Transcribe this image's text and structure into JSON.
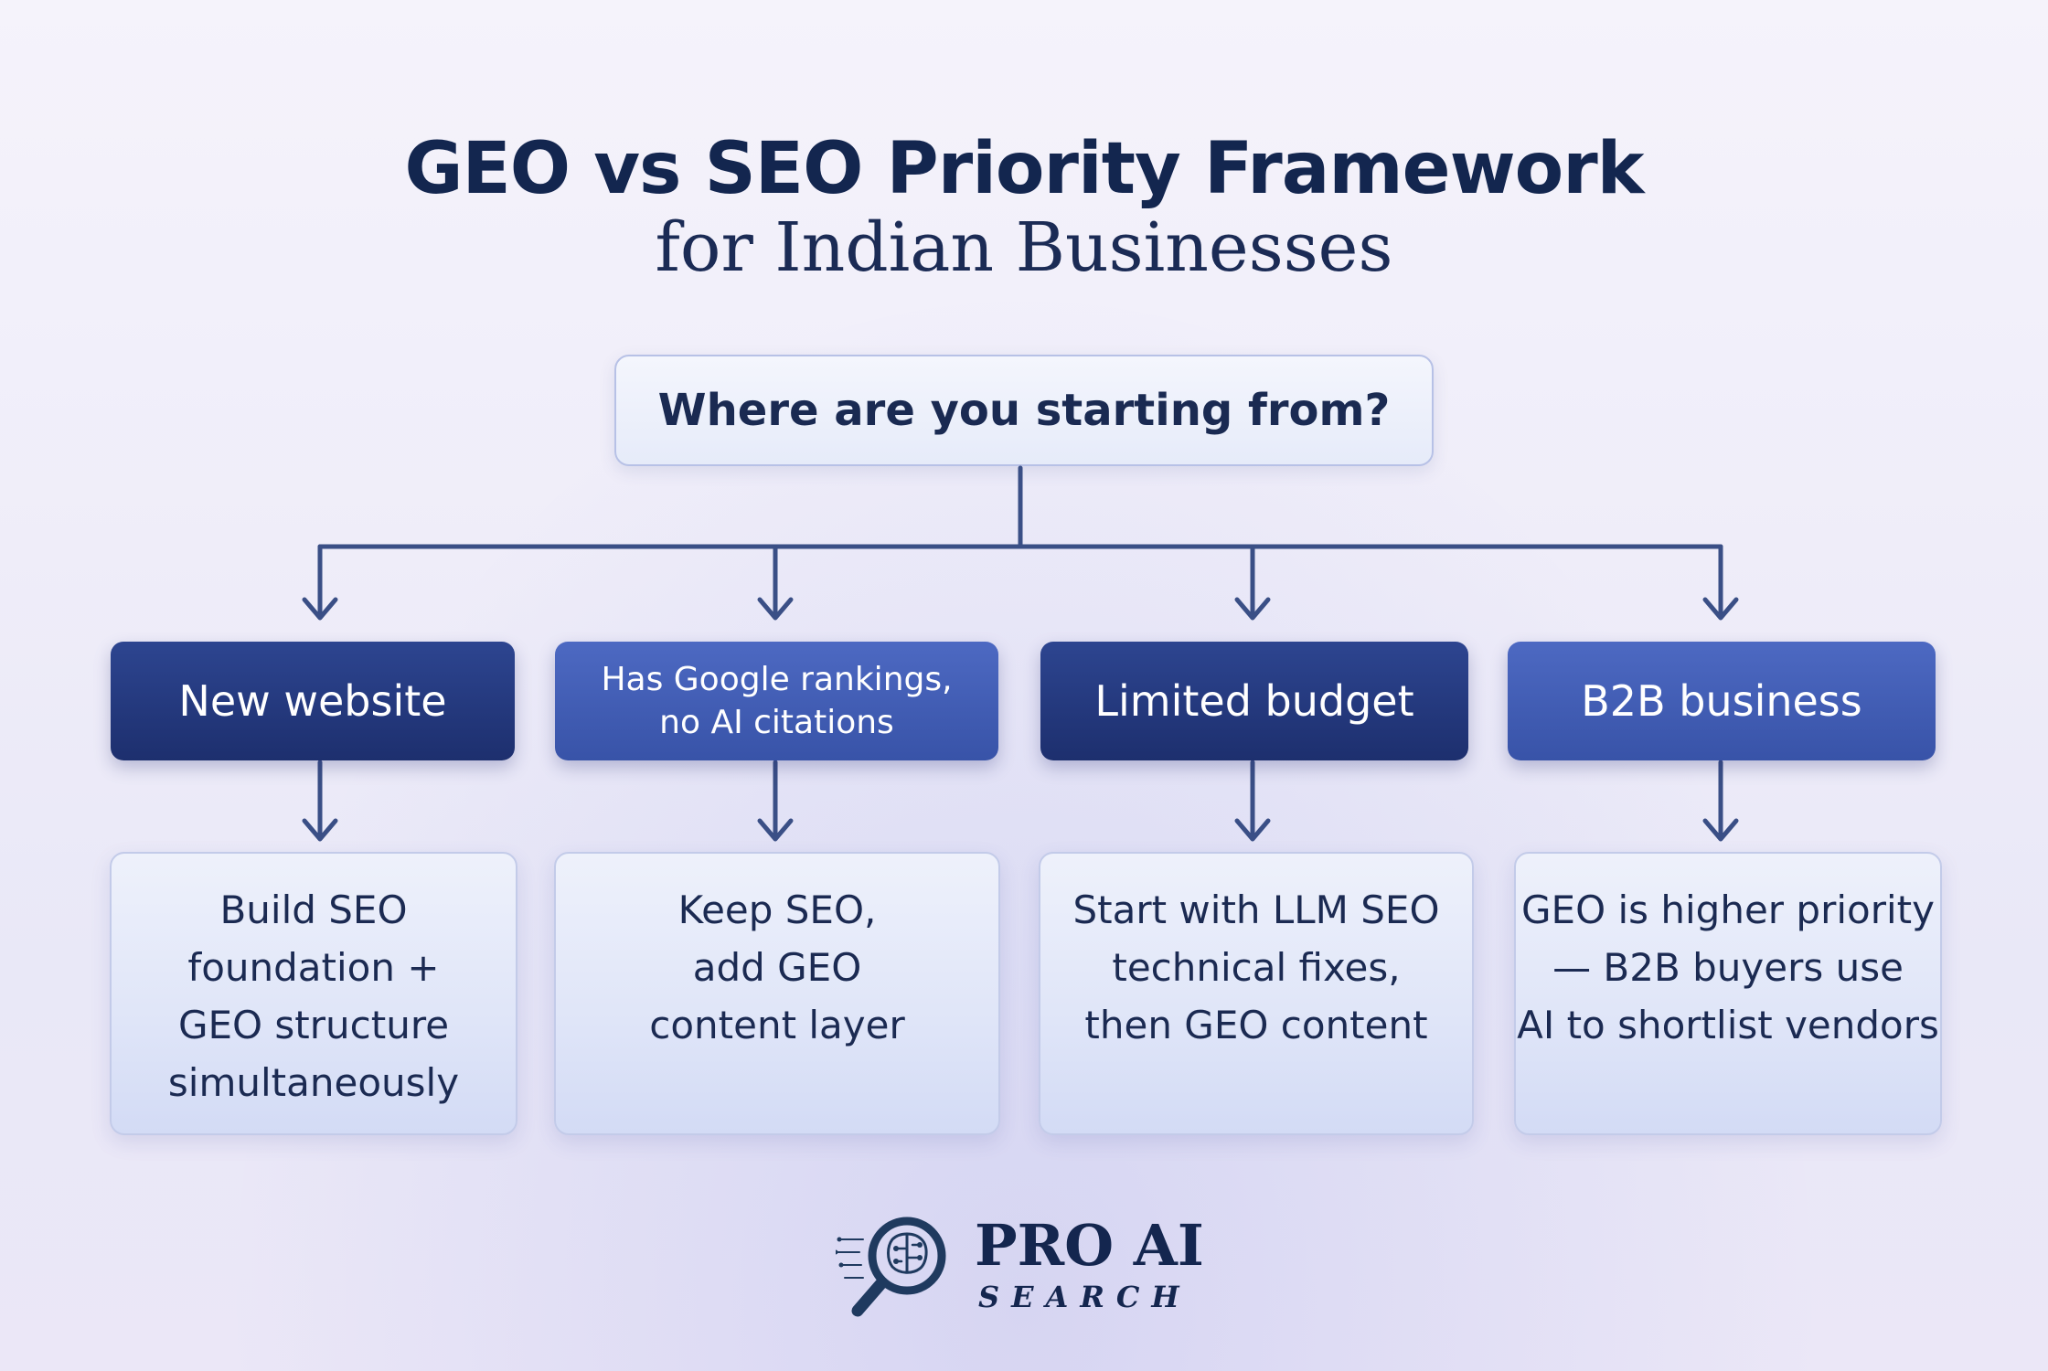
{
  "title": "GEO vs SEO Priority Framework",
  "subtitle": "for Indian Businesses",
  "root": {
    "label": "Where are you starting from?"
  },
  "branches": [
    {
      "category_lines": [
        "New website"
      ],
      "outcome_lines": [
        "Build SEO",
        "foundation +",
        "GEO structure",
        "simultaneously"
      ]
    },
    {
      "category_lines": [
        "Has Google rankings,",
        "no AI citations"
      ],
      "outcome_lines": [
        "Keep SEO,",
        "add GEO",
        "content layer"
      ]
    },
    {
      "category_lines": [
        "Limited budget"
      ],
      "outcome_lines": [
        "Start with LLM SEO",
        "technical fixes,",
        "then GEO content"
      ]
    },
    {
      "category_lines": [
        "B2B business"
      ],
      "outcome_lines": [
        "GEO is higher priority",
        "— B2B buyers use",
        "AI to shortlist vendors"
      ]
    }
  ],
  "logo": {
    "name": "PRO AI",
    "tagline": "SEARCH",
    "icon": "magnifier-brain-icon"
  },
  "colors": {
    "title": "#13264f",
    "category_dark": "#1f3273",
    "category_mid": "#4560b8",
    "connector": "#3a4f86"
  }
}
